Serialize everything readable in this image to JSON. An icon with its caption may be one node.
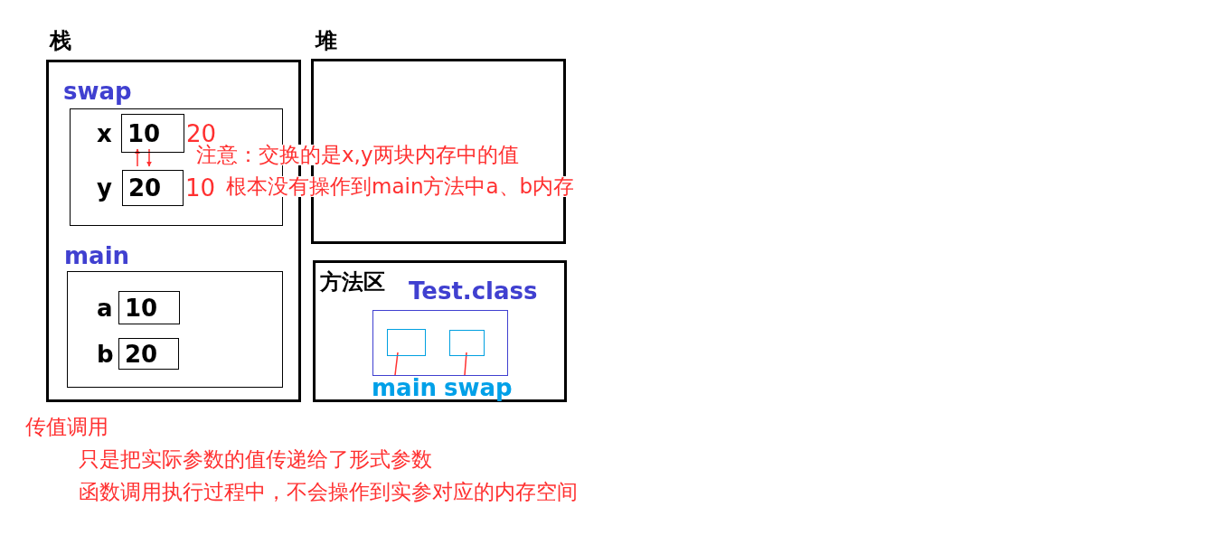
{
  "diagram": {
    "nodes": [
      {
        "text": [
          "栈"
        ]
      },
      {
        "text": [
          "swap"
        ],
        "in": 0
      },
      {
        "text": [
          "10"
        ],
        "beside": [
          "x",
          "20"
        ],
        "in": 1
      },
      {
        "text": [
          "20"
        ],
        "beside": [
          "y",
          "10"
        ],
        "in": 1
      },
      {
        "text": [
          "main"
        ],
        "in": 0
      },
      {
        "text": [
          "10"
        ],
        "beside": [
          "a"
        ],
        "in": 4
      },
      {
        "text": [
          "20"
        ],
        "beside": [
          "b"
        ],
        "in": 4
      },
      {
        "text": [
          "堆"
        ]
      },
      {
        "text": [
          "方法区"
        ]
      },
      {
        "text": [
          "Test.class"
        ],
        "in": 8
      },
      {
        "text": [],
        "shape": "box",
        "in": 9
      },
      {
        "text": [],
        "shape": "box",
        "in": 9
      },
      {
        "text": [
          "main"
        ],
        "in": 8
      },
      {
        "text": [
          "swap"
        ],
        "in": 8
      }
    ],
    "edges": [
      {
        "from": 3,
        "to": 2,
        "arrow": "to",
        "color": "#ff3030"
      },
      {
        "from": 2,
        "to": 3,
        "arrow": "to",
        "color": "#ff3030"
      },
      {
        "from": 12,
        "to": 10,
        "arrow": "none",
        "color": "#ff3030"
      },
      {
        "from": 13,
        "to": 11,
        "arrow": "none",
        "color": "#ff3030"
      }
    ],
    "labels": [
      "注意：交换的是x,y两块内存中的值",
      "根本没有操作到main方法中a、b内存",
      "传值调用",
      "只是把实际参数的值传递给了形式参数",
      "函数调用执行过程中，不会操作到实参对应的内存空间"
    ]
  }
}
